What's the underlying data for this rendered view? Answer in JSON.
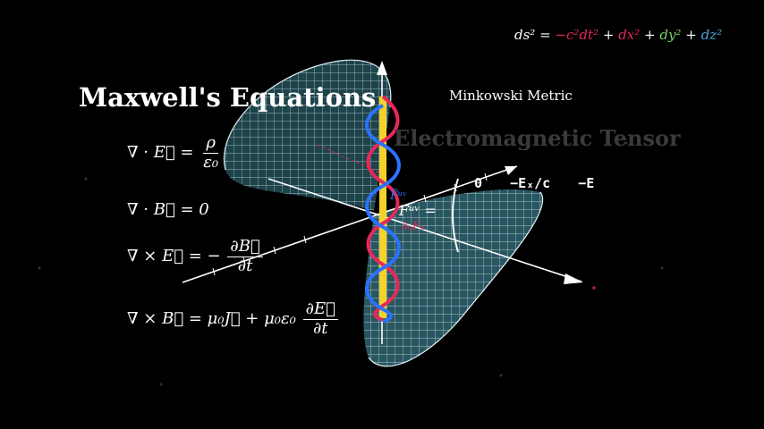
{
  "title": "Maxwell's Equations",
  "metric_label": "Minkowski Metric",
  "tensor_title": "Electromagnetic Tensor",
  "metric": {
    "lhs": "ds² = ",
    "t1": "−c²dt²",
    "plus1": " + ",
    "t2": "dx²",
    "plus2": " + ",
    "t3": "dy²",
    "plus3": " + ",
    "t4": "dz²"
  },
  "equations": {
    "gauss_e": {
      "lhs": "∇ · E⃗ =",
      "num": "ρ",
      "den": "ε₀"
    },
    "gauss_b": {
      "text": "∇ · B⃗ = 0"
    },
    "faraday": {
      "lhs": "∇ × E⃗ = −",
      "num": "∂B⃗",
      "den": "∂t"
    },
    "ampere": {
      "lhs": "∇ × B⃗ = μ₀J⃗ + μ₀ε₀",
      "num": "∂E⃗",
      "den": "∂t"
    }
  },
  "tensor": {
    "symbol": "Fᵘᵛ =",
    "tilde": "F̃ᵘᵛ",
    "sub": "∂ᵤFᵤ",
    "row0": [
      "0",
      "−Eₓ/c",
      "−E"
    ]
  },
  "colors": {
    "background": "#000000",
    "cone": "#cfe8f0",
    "wave_red": "#e8285a",
    "wave_blue": "#2a72ff",
    "axis_yellow": "#f4d22a",
    "dt_color": "#e8285a",
    "dx_color": "#e8285a",
    "dy_color": "#7fcf6a",
    "dz_color": "#4aa8e0"
  }
}
